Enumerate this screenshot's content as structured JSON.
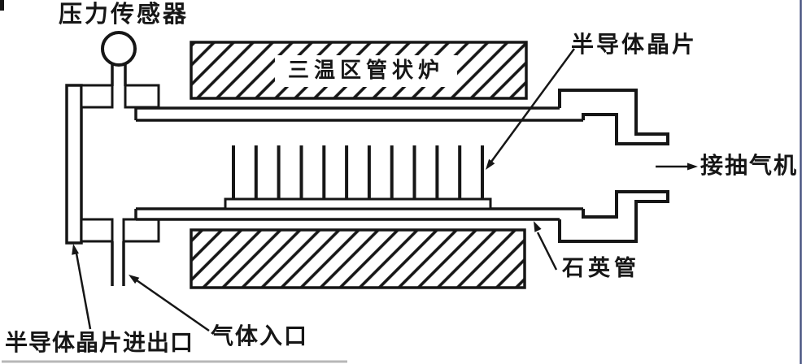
{
  "figure": {
    "type": "technical-diagram",
    "description_labels": {
      "pressure_sensor": "压力传感器",
      "furnace": "三温区管状炉",
      "wafer": "半导体晶片",
      "pump": "接抽气机",
      "quartz_tube": "石英管",
      "gas_inlet": "气体入口",
      "wafer_port": "半导体晶片进出口"
    },
    "wafer_count": 12,
    "colors": {
      "ink": "#161616",
      "background": "#ffffff",
      "scan_edge": "#495480",
      "scan_smudge": "#b0b0b0"
    }
  }
}
